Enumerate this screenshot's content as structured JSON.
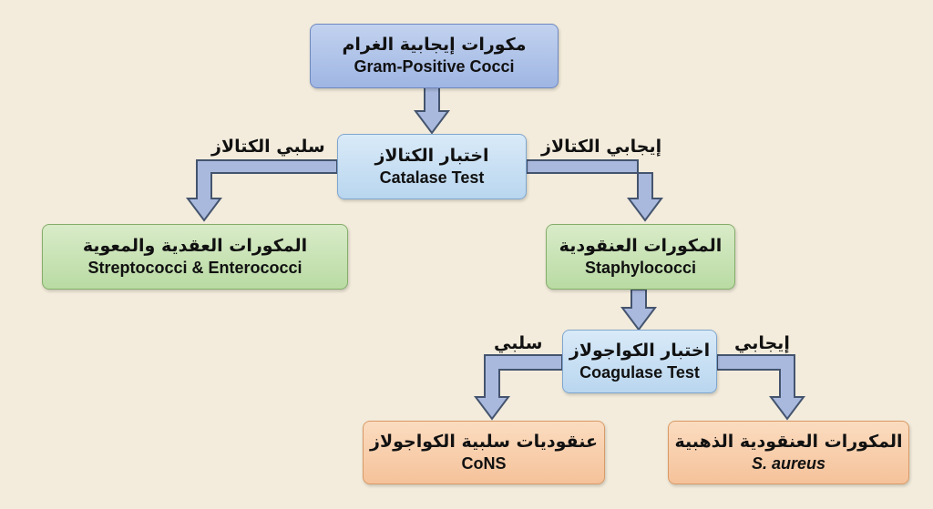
{
  "nodes": {
    "root": {
      "ar": "مكورات إيجابية الغرام",
      "en": "Gram-Positive Cocci"
    },
    "catalase": {
      "ar": "اختبار الكتالاز",
      "en": "Catalase Test"
    },
    "strep": {
      "ar": "المكورات العقدية والمعوية",
      "en": "Streptococci & Enterococci"
    },
    "staph": {
      "ar": "المكورات العنقودية",
      "en": "Staphylococci"
    },
    "coagulase": {
      "ar": "اختبار الكواجولاز",
      "en": "Coagulase Test"
    },
    "cons": {
      "ar": "عنقوديات سلبية الكواجولاز",
      "en": "CoNS"
    },
    "saureus": {
      "ar": "المكورات العنقودية الذهبية",
      "en": "S. aureus"
    }
  },
  "edges": {
    "catalase_negative": "سلبي الكتالاز",
    "catalase_positive": "إيجابي الكتالاز",
    "coagulase_negative": "سلبي",
    "coagulase_positive": "إيجابي"
  },
  "colors": {
    "arrow_fill": "#a9b9de",
    "arrow_stroke": "#44546e",
    "root": "#a9bde6",
    "test": "#c7def3",
    "streptococci": "#c6e2b4",
    "staphylococci": "#c6e2b4",
    "outcome": "#f8cda9"
  }
}
